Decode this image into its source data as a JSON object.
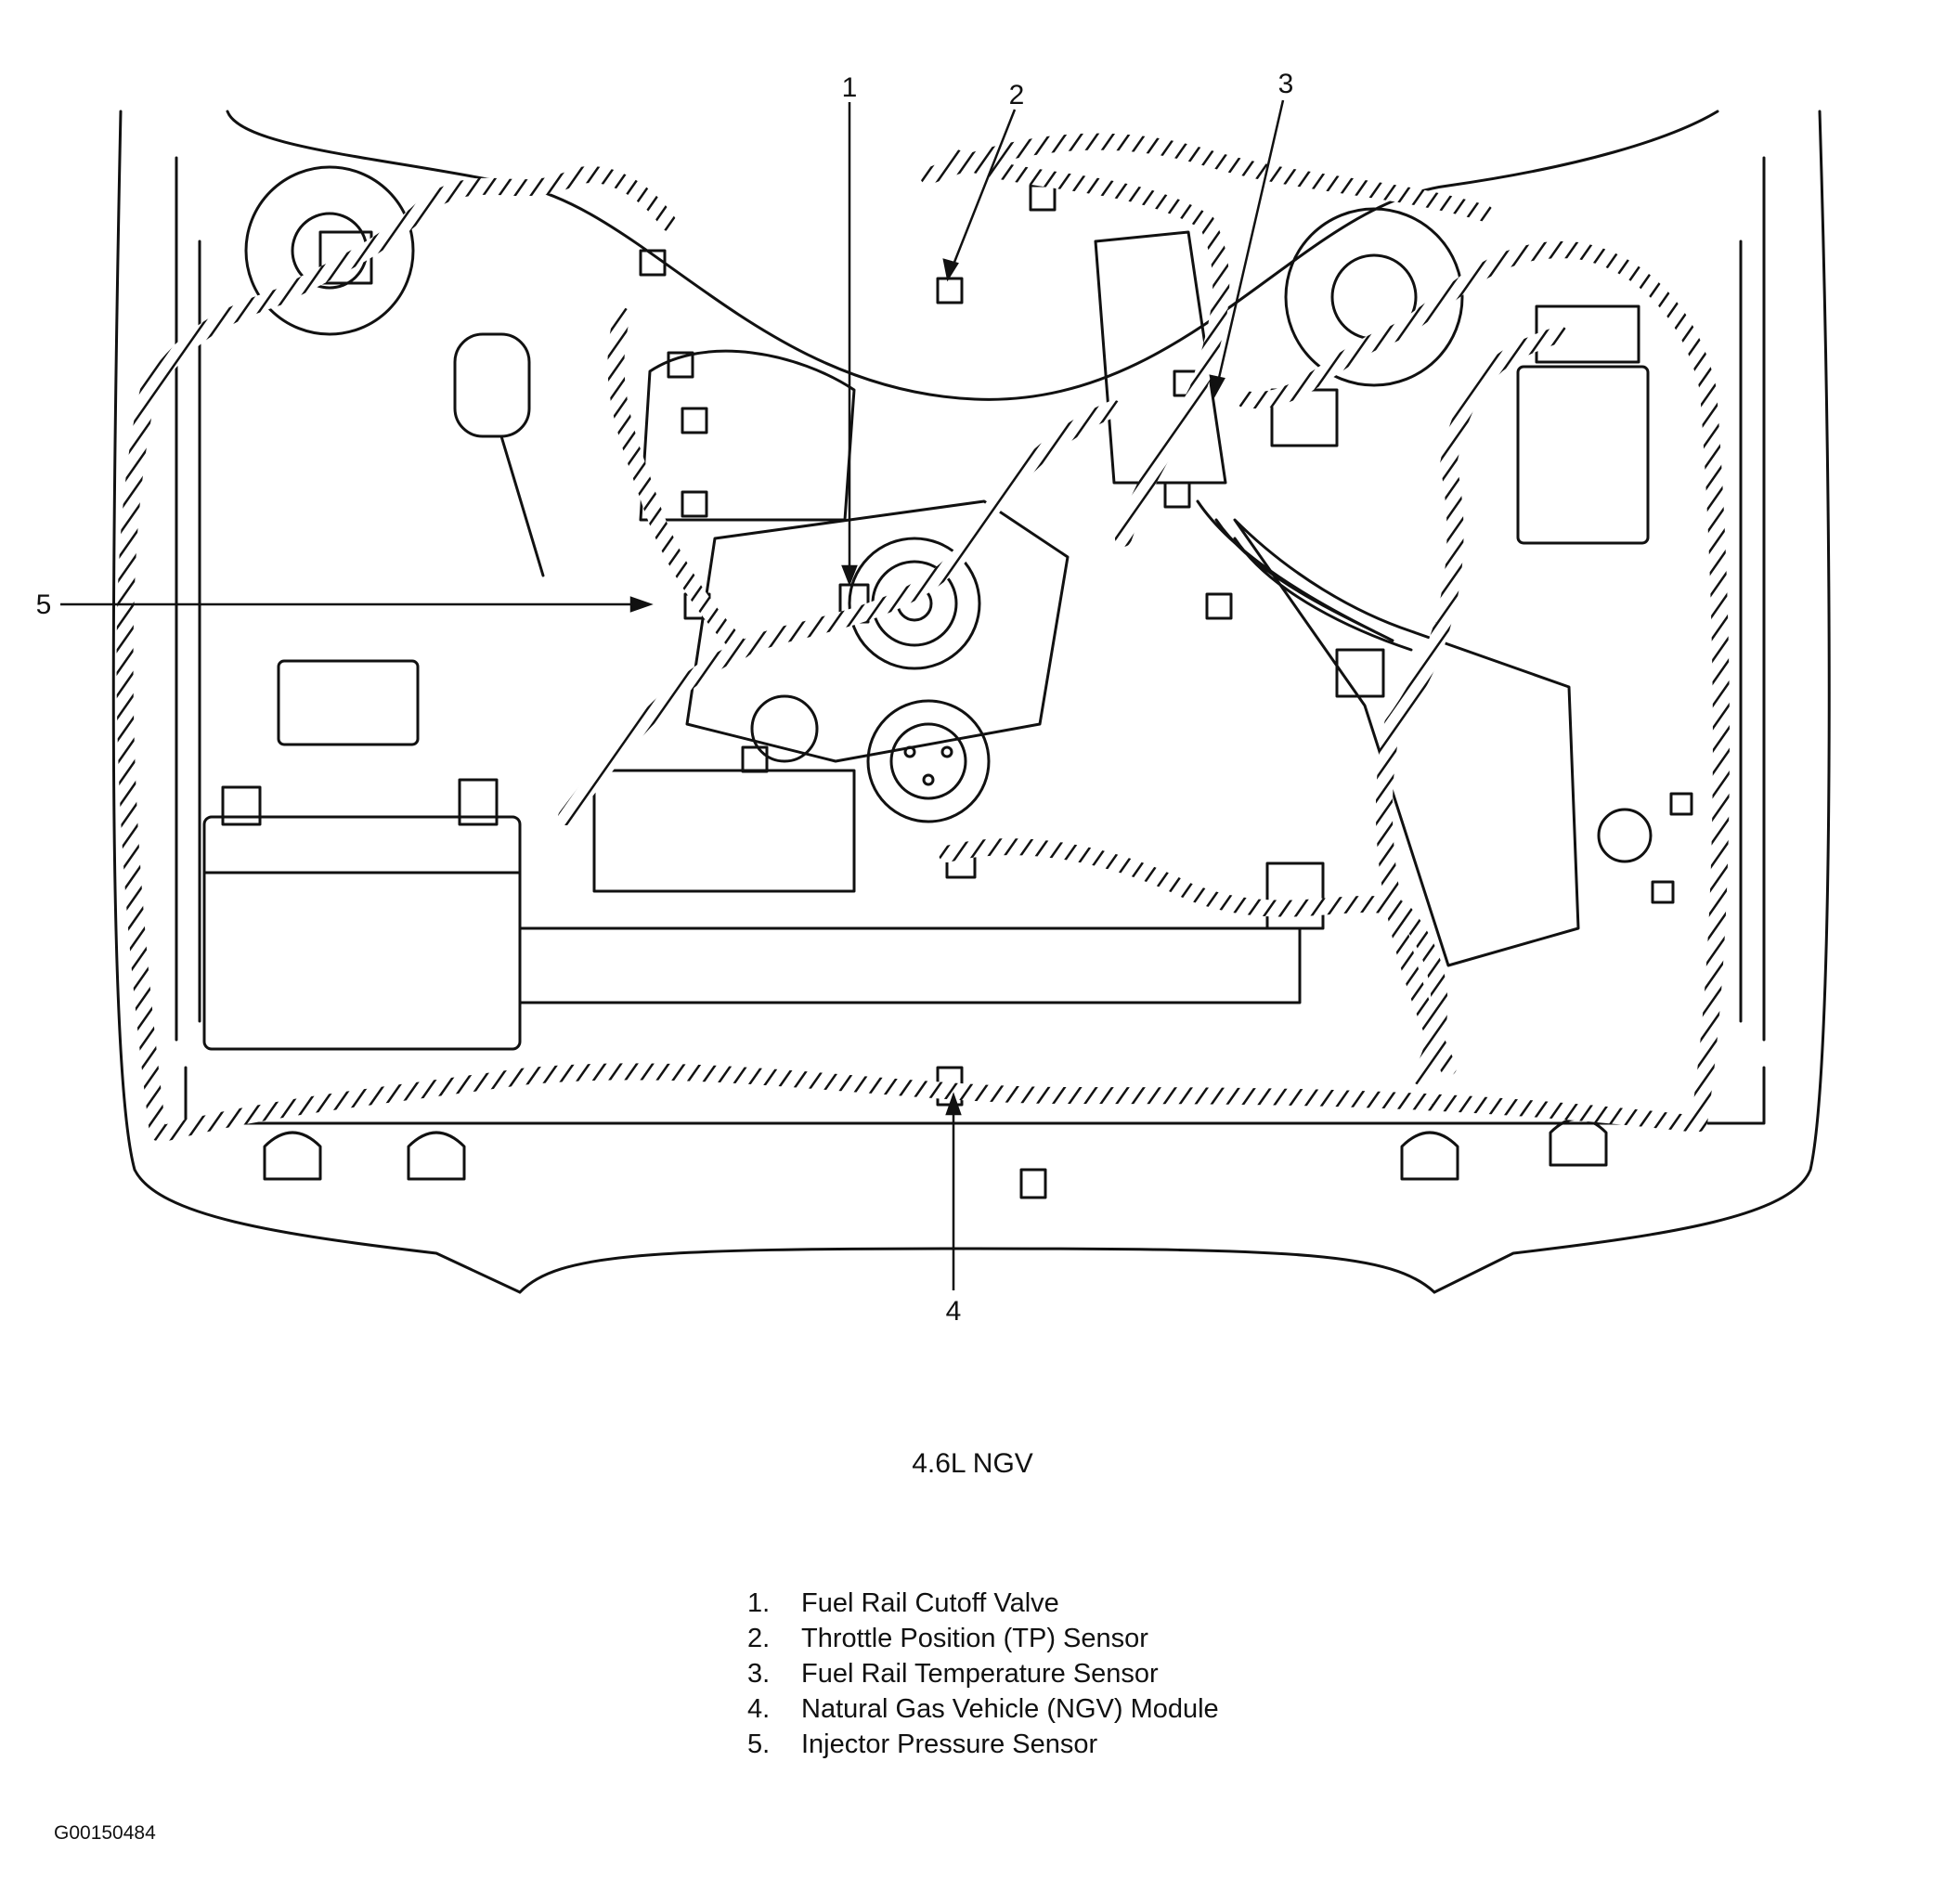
{
  "callouts": [
    "1",
    "2",
    "3",
    "4",
    "5"
  ],
  "engine": "4.6L NGV",
  "legend": [
    {
      "num": "1.",
      "label": "Fuel Rail Cutoff  Valve"
    },
    {
      "num": "2.",
      "label": "Throttle Position (TP) Sensor"
    },
    {
      "num": "3.",
      "label": "Fuel Rail Temperature Sensor"
    },
    {
      "num": "4.",
      "label": "Natural Gas Vehicle (NGV) Module"
    },
    {
      "num": "5.",
      "label": "Injector Pressure Sensor"
    }
  ],
  "figure_id": "G00150484"
}
